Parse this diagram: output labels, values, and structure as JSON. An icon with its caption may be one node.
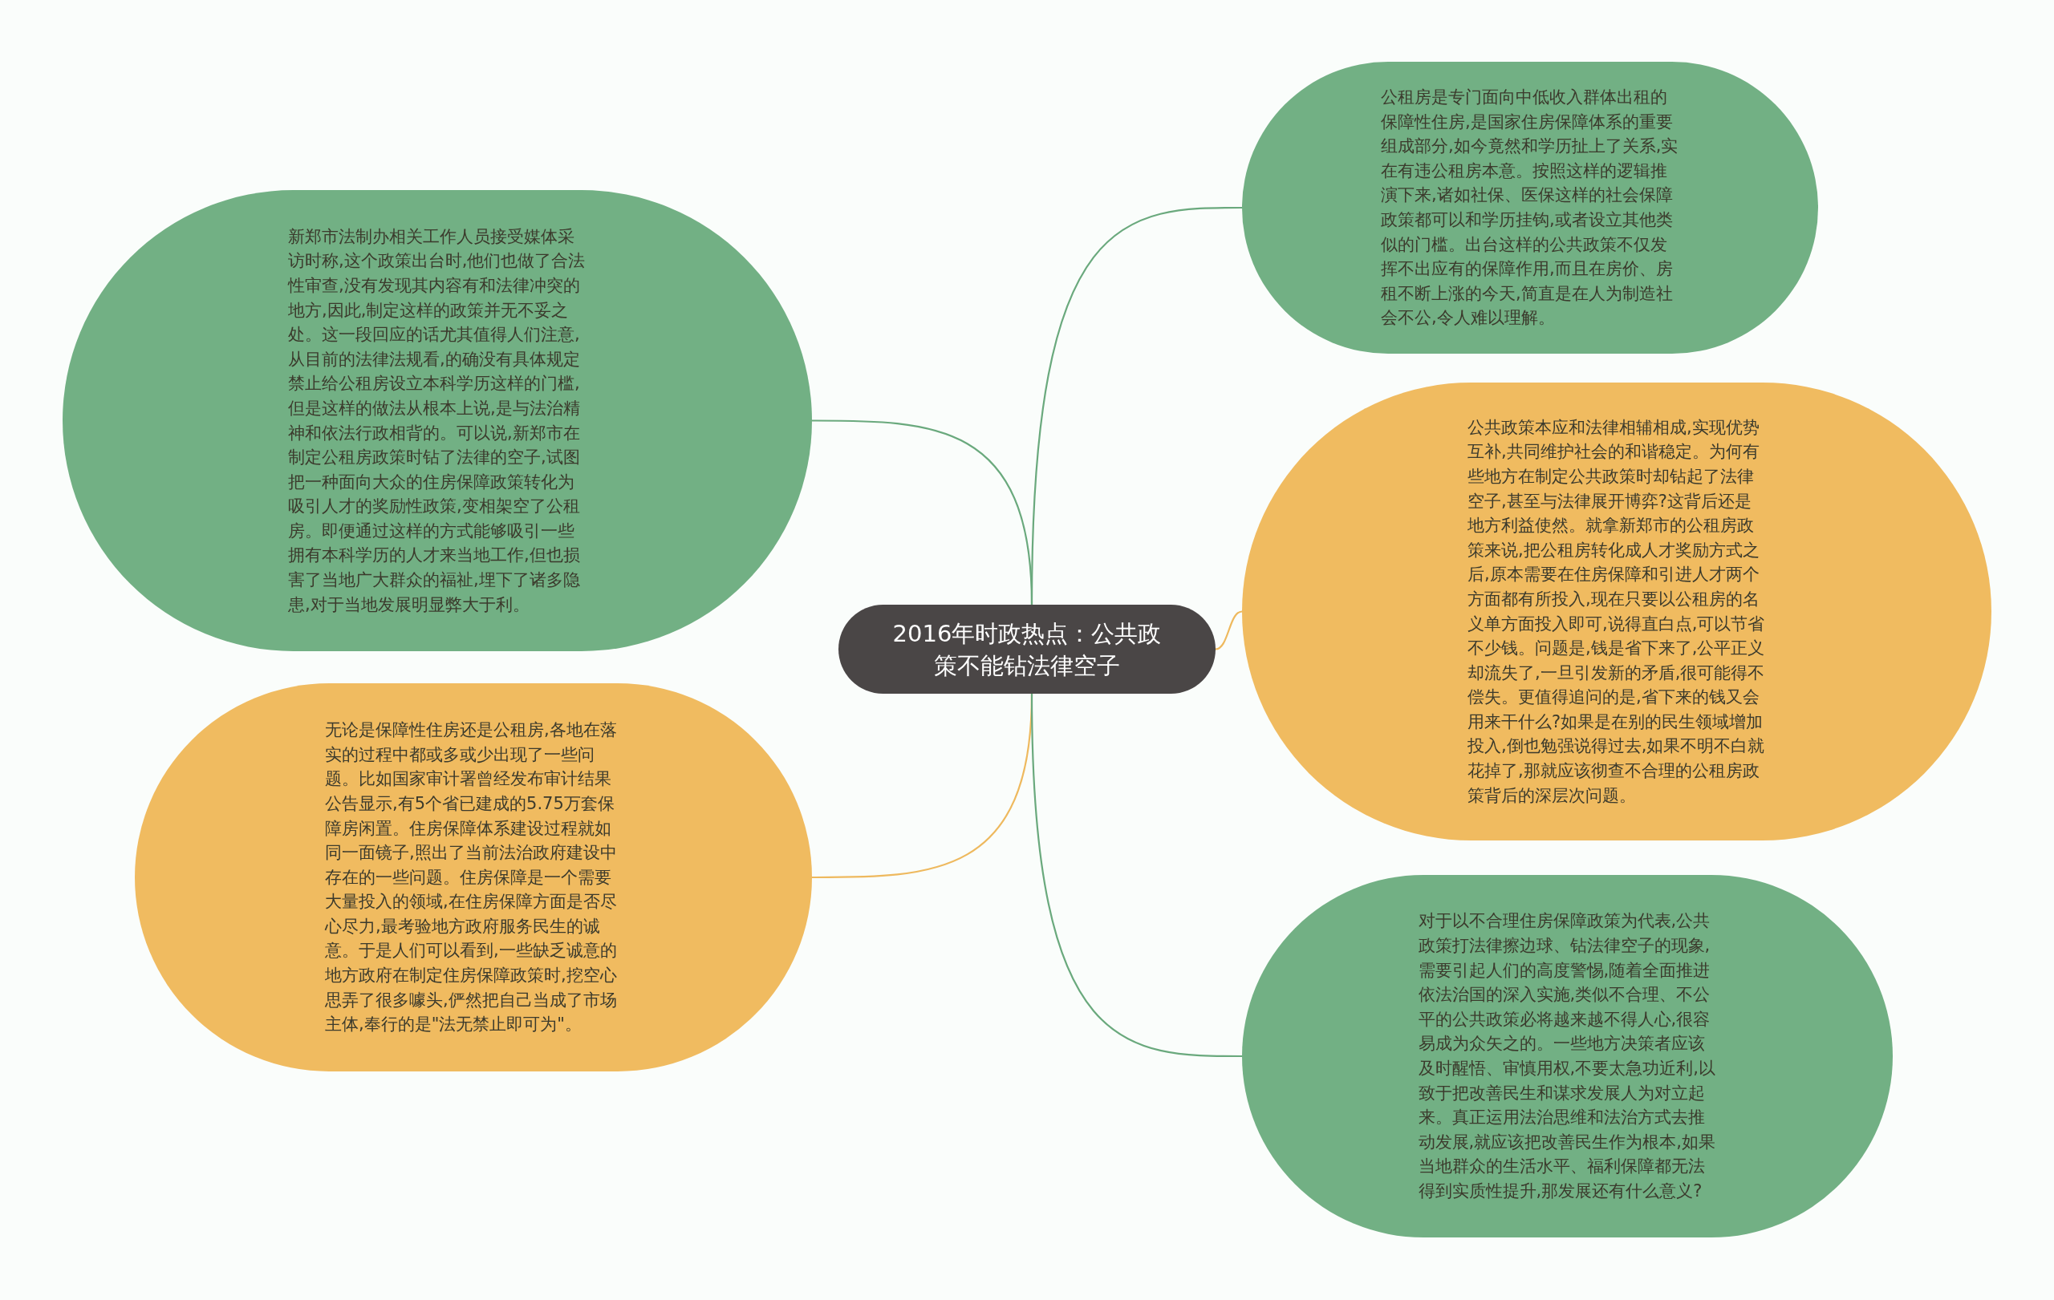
{
  "diagram": {
    "nodes": [
      {
        "text": [
          "2016年时政热点：公共政策不能钻法律空子"
        ]
      },
      {
        "text": [
          "新郑市法制办相关工作人员接受媒体采访时称,这个政策出台时,他们也做了合法性审查,没有发现其内容有和法律冲突的地方,因此,制定这样的政策并无不妥之处。这一段回应的话尤其值得人们注意,从目前的法律法规看,的确没有具体规定禁止给公租房设立本科学历这样的门槛,但是这样的做法从根本上说,是与法治精神和依法行政相背的。可以说,新郑市在制定公租房政策时钻了法律的空子,试图把一种面向大众的住房保障政策转化为吸引人才的奖励性政策,变相架空了公租房。即便通过这样的方式能够吸引一些拥有本科学历的人才来当地工作,但也损害了当地广大群众的福祉,埋下了诸多隐患,对于当地发展明显弊大于利。"
        ]
      },
      {
        "text": [
          "无论是保障性住房还是公租房,各地在落实的过程中都或多或少出现了一些问题。比如国家审计署曾经发布审计结果公告显示,有5个省已建成的5.75万套保障房闲置。住房保障体系建设过程就如同一面镜子,照出了当前法治政府建设中存在的一些问题。住房保障是一个需要大量投入的领域,在住房保障方面是否尽心尽力,最考验地方政府服务民生的诚意。于是人们可以看到,一些缺乏诚意的地方政府在制定住房保障政策时,挖空心思弄了很多噱头,俨然把自己当成了市场主体,奉行的是\"法无禁止即可为\"。"
        ]
      },
      {
        "text": [
          "公租房是专门面向中低收入群体出租的保障性住房,是国家住房保障体系的重要组成部分,如今竟然和学历扯上了关系,实在有违公租房本意。按照这样的逻辑推演下来,诸如社保、医保这样的社会保障政策都可以和学历挂钩,或者设立其他类似的门槛。出台这样的公共政策不仅发挥不出应有的保障作用,而且在房价、房租不断上涨的今天,简直是在人为制造社会不公,令人难以理解。"
        ]
      },
      {
        "text": [
          "公共政策本应和法律相辅相成,实现优势互补,共同维护社会的和谐稳定。为何有些地方在制定公共政策时却钻起了法律空子,甚至与法律展开博弈?这背后还是地方利益使然。就拿新郑市的公租房政策来说,把公租房转化成人才奖励方式之后,原本需要在住房保障和引进人才两个方面都有所投入,现在只要以公租房的名义单方面投入即可,说得直白点,可以节省不少钱。问题是,钱是省下来了,公平正义却流失了,一旦引发新的矛盾,很可能得不偿失。更值得追问的是,省下来的钱又会用来干什么?如果是在别的民生领域增加投入,倒也勉强说得过去,如果不明不白就花掉了,那就应该彻查不合理的公租房政策背后的深层次问题。"
        ]
      },
      {
        "text": [
          "对于以不合理住房保障政策为代表,公共政策打法律擦边球、钻法律空子的现象,需要引起人们的高度警惕,随着全面推进依法治国的深入实施,类似不合理、不公平的公共政策必将越来越不得人心,很容易成为众矢之的。一些地方决策者应该及时醒悟、审慎用权,不要太急功近利,以致于把改善民生和谋求发展人为对立起来。真正运用法治思维和法治方式去推动发展,就应该把改善民生作为根本,如果当地群众的生活水平、福利保障都无法得到实质性提升,那发展还有什么意义?"
        ]
      }
    ],
    "edges": [
      {
        "from": 0,
        "to": 1,
        "arrow": "none"
      },
      {
        "from": 0,
        "to": 2,
        "arrow": "none",
        "color": "#eeb95e"
      },
      {
        "from": 0,
        "to": 3,
        "arrow": "none"
      },
      {
        "from": 0,
        "to": 4,
        "arrow": "none",
        "color": "#eeb95e"
      },
      {
        "from": 0,
        "to": 5,
        "arrow": "none"
      }
    ]
  }
}
